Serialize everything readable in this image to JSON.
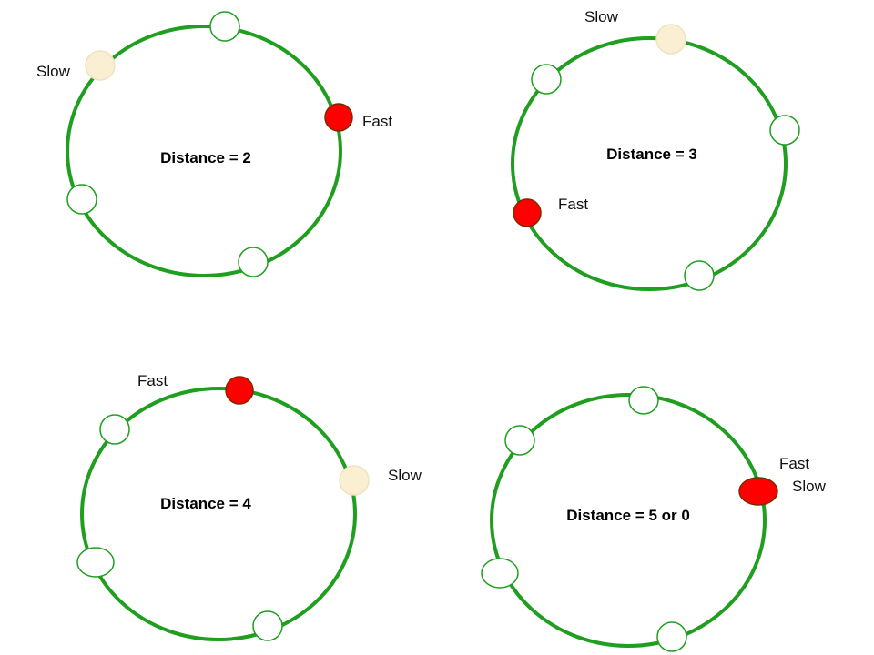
{
  "colors": {
    "ring": "#1f9e1f",
    "fast": "#ff0000",
    "fast_stroke": "#7a2a00",
    "slow": "#fbefd3",
    "slow_stroke": "#efe2c0",
    "empty": "#ffffff",
    "empty_stroke": "#1f9e1f"
  },
  "panels": [
    {
      "distance_label": "Distance = 2",
      "nodes": [
        {
          "role": "empty"
        },
        {
          "role": "slow",
          "label": "Slow"
        },
        {
          "role": "fast",
          "label": "Fast"
        },
        {
          "role": "empty"
        },
        {
          "role": "empty"
        }
      ]
    },
    {
      "distance_label": "Distance = 3",
      "nodes": [
        {
          "role": "slow",
          "label": "Slow"
        },
        {
          "role": "empty"
        },
        {
          "role": "empty"
        },
        {
          "role": "fast",
          "label": "Fast"
        },
        {
          "role": "empty"
        }
      ]
    },
    {
      "distance_label": "Distance = 4",
      "nodes": [
        {
          "role": "fast",
          "label": "Fast"
        },
        {
          "role": "empty"
        },
        {
          "role": "slow",
          "label": "Slow"
        },
        {
          "role": "empty"
        },
        {
          "role": "empty"
        }
      ]
    },
    {
      "distance_label": "Distance = 5 or 0",
      "nodes": [
        {
          "role": "empty"
        },
        {
          "role": "empty"
        },
        {
          "role": "fast",
          "label": "Fast"
        },
        {
          "role": "slow",
          "label": "Slow"
        },
        {
          "role": "empty"
        },
        {
          "role": "empty"
        }
      ]
    }
  ]
}
